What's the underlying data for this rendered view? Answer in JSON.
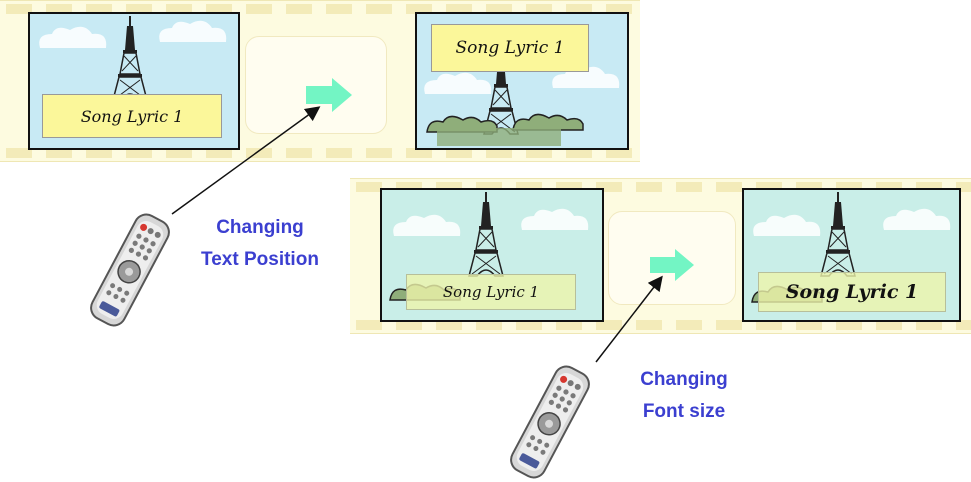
{
  "colors": {
    "frame_border": "#111111",
    "sky": "#c8eaf4",
    "caption_yellow": "#fbf79a",
    "label_blue": "#3b3fd0",
    "arrow_green": "#73f5c4",
    "film_strip": "#fdfbe0"
  },
  "icons": [
    "eiffel-tower-icon",
    "cloud-icon",
    "remote-control-icon",
    "green-arrow-icon",
    "pointer-arrow-icon"
  ],
  "top_row": {
    "before": {
      "caption": "Song Lyric 1"
    },
    "after": {
      "caption": "Song Lyric 1"
    },
    "label_line1": "Changing",
    "label_line2": "Text Position"
  },
  "bottom_row": {
    "before": {
      "caption": "Song Lyric 1"
    },
    "after": {
      "caption": "Song Lyric 1"
    },
    "label_line1": "Changing",
    "label_line2": "Font size"
  }
}
